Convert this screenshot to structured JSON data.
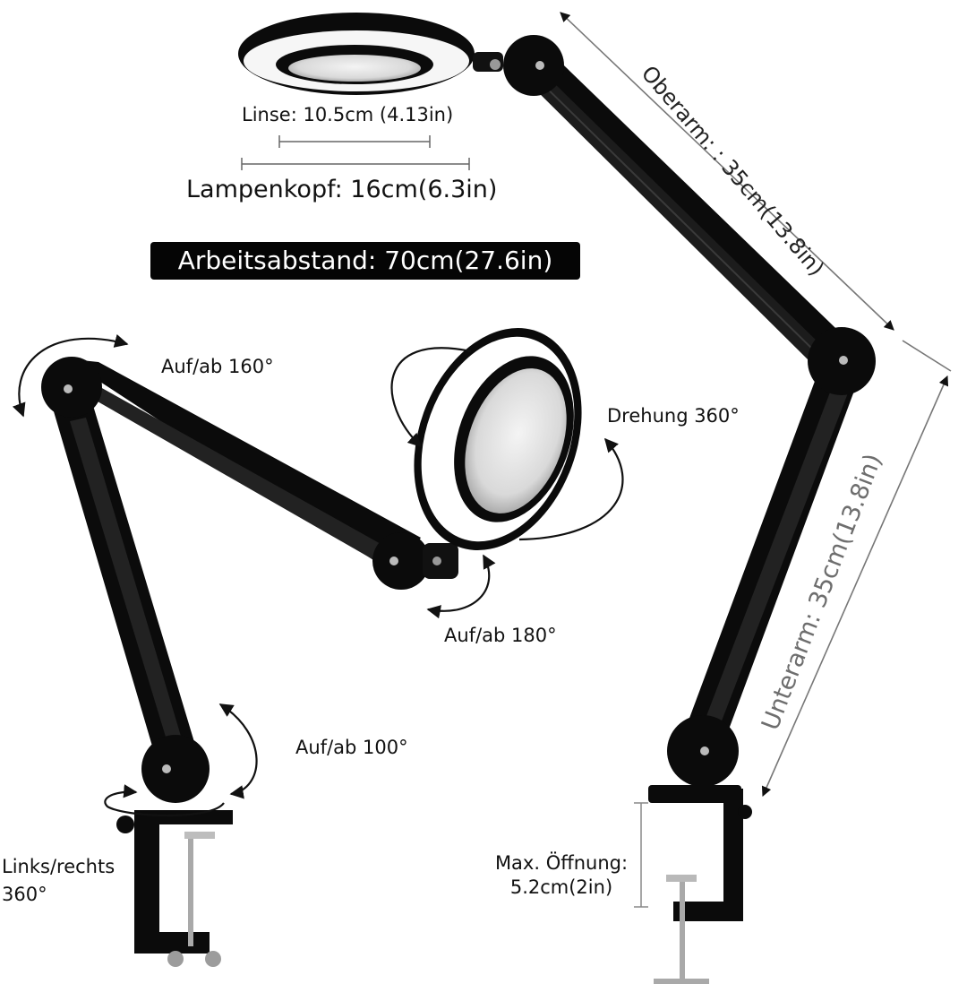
{
  "labels": {
    "linse": "Linse: 10.5cm (4.13in)",
    "lampenkopf": "Lampenkopf: 16cm(6.3in)",
    "arbeitsabstand": "Arbeitsabstand: 70cm(27.6in)",
    "oberarm": "Oberarm: : 35cm(13.8in)",
    "unterarm": "Unterarm: 35cm(13.8in)",
    "auf_ab_160": "Auf/ab 160°",
    "drehung": "Drehung 360°",
    "auf_ab_180": "Auf/ab 180°",
    "auf_ab_100": "Auf/ab 100°",
    "links_rechts_1": "Links/rechts",
    "links_rechts_2": "360°",
    "max_oeffnung_1": "Max. Öffnung:",
    "max_oeffnung_2": "5.2cm(2in)"
  },
  "colors": {
    "lamp_body": "#0b0b0b",
    "led_ring": "#ffffff",
    "badge_bg": "#050505",
    "badge_text": "#ffffff",
    "dimension_line": "#8a8a8a",
    "unterarm_text": "#6e6e6e"
  }
}
